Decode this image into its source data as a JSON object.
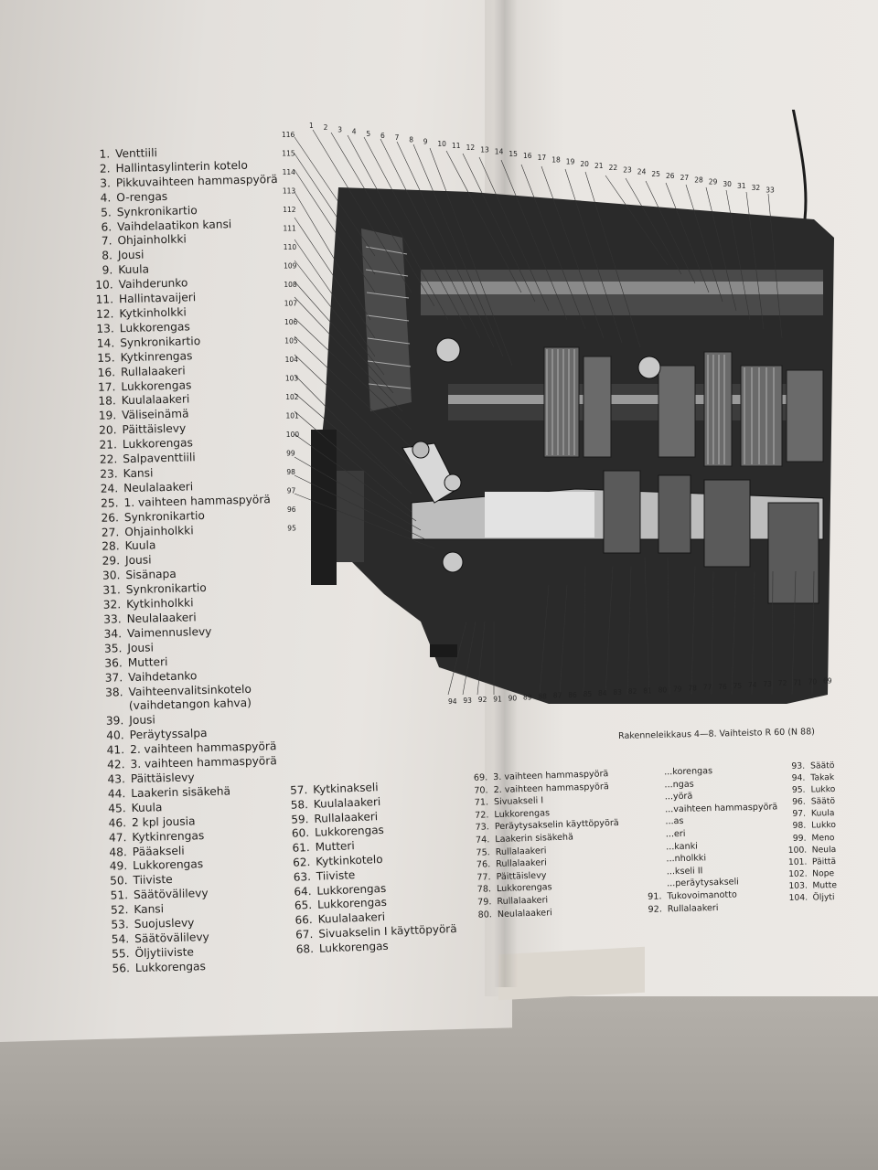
{
  "parts_column_1": [
    {
      "n": "1.",
      "t": "Venttiili"
    },
    {
      "n": "2.",
      "t": "Hallintasylinterin kotelo"
    },
    {
      "n": "3.",
      "t": "Pikkuvaihteen hammaspyörä"
    },
    {
      "n": "4.",
      "t": "O-rengas"
    },
    {
      "n": "5.",
      "t": "Synkronikartio"
    },
    {
      "n": "6.",
      "t": "Vaihdelaatikon kansi"
    },
    {
      "n": "7.",
      "t": "Ohjainholkki"
    },
    {
      "n": "8.",
      "t": "Jousi"
    },
    {
      "n": "9.",
      "t": "Kuula"
    },
    {
      "n": "10.",
      "t": "Vaihderunko"
    },
    {
      "n": "11.",
      "t": "Hallintavaijeri"
    },
    {
      "n": "12.",
      "t": "Kytkinholkki"
    },
    {
      "n": "13.",
      "t": "Lukkorengas"
    },
    {
      "n": "14.",
      "t": "Synkronikartio"
    },
    {
      "n": "15.",
      "t": "Kytkinrengas"
    },
    {
      "n": "16.",
      "t": "Rullalaakeri"
    },
    {
      "n": "17.",
      "t": "Lukkorengas"
    },
    {
      "n": "18.",
      "t": "Kuulalaakeri"
    },
    {
      "n": "19.",
      "t": "Väliseinämä"
    },
    {
      "n": "20.",
      "t": "Päittäislevy"
    },
    {
      "n": "21.",
      "t": "Lukkorengas"
    },
    {
      "n": "22.",
      "t": "Salpaventtiili"
    },
    {
      "n": "23.",
      "t": "Kansi"
    },
    {
      "n": "24.",
      "t": "Neulalaakeri"
    },
    {
      "n": "25.",
      "t": "1. vaihteen hammaspyörä"
    },
    {
      "n": "26.",
      "t": "Synkronikartio"
    },
    {
      "n": "27.",
      "t": "Ohjainholkki"
    },
    {
      "n": "28.",
      "t": "Kuula"
    },
    {
      "n": "29.",
      "t": "Jousi"
    },
    {
      "n": "30.",
      "t": "Sisänapa"
    },
    {
      "n": "31.",
      "t": "Synkronikartio"
    },
    {
      "n": "32.",
      "t": "Kytkinholkki"
    },
    {
      "n": "33.",
      "t": "Neulalaakeri"
    },
    {
      "n": "34.",
      "t": "Vaimennuslevy"
    },
    {
      "n": "35.",
      "t": "Jousi"
    },
    {
      "n": "36.",
      "t": "Mutteri"
    },
    {
      "n": "37.",
      "t": "Vaihdetanko"
    },
    {
      "n": "38.",
      "t": "Vaihteenvalitsinkotelo"
    },
    {
      "n": "",
      "t": "(vaihdetangon kahva)"
    },
    {
      "n": "39.",
      "t": "Jousi"
    },
    {
      "n": "40.",
      "t": "Peräytyssalpa"
    },
    {
      "n": "41.",
      "t": "2. vaihteen hammaspyörä"
    },
    {
      "n": "42.",
      "t": "3. vaihteen hammaspyörä"
    },
    {
      "n": "43.",
      "t": "Päittäislevy"
    },
    {
      "n": "44.",
      "t": "Laakerin sisäkehä"
    },
    {
      "n": "45.",
      "t": "Kuula"
    },
    {
      "n": "46.",
      "t": "2 kpl jousia"
    },
    {
      "n": "47.",
      "t": "Kytkinrengas"
    },
    {
      "n": "48.",
      "t": "Pääakseli"
    },
    {
      "n": "49.",
      "t": "Lukkorengas"
    },
    {
      "n": "50.",
      "t": "Tiiviste"
    },
    {
      "n": "51.",
      "t": "Säätövälilevy"
    },
    {
      "n": "52.",
      "t": "Kansi"
    },
    {
      "n": "53.",
      "t": "Suojuslevy"
    },
    {
      "n": "54.",
      "t": "Säätövälilevy"
    },
    {
      "n": "55.",
      "t": "Öljytiiviste"
    },
    {
      "n": "56.",
      "t": "Lukkorengas"
    }
  ],
  "parts_column_2": [
    {
      "n": "57.",
      "t": "Kytkinakseli"
    },
    {
      "n": "58.",
      "t": "Kuulalaakeri"
    },
    {
      "n": "59.",
      "t": "Rullalaakeri"
    },
    {
      "n": "60.",
      "t": "Lukkorengas"
    },
    {
      "n": "61.",
      "t": "Mutteri"
    },
    {
      "n": "62.",
      "t": "Kytkinkotelo"
    },
    {
      "n": "63.",
      "t": "Tiiviste"
    },
    {
      "n": "64.",
      "t": "Lukkorengas"
    },
    {
      "n": "65.",
      "t": "Lukkorengas"
    },
    {
      "n": "66.",
      "t": "Kuulalaakeri"
    },
    {
      "n": "67.",
      "t": "Sivuakselin I käyttöpyörä"
    },
    {
      "n": "68.",
      "t": "Lukkorengas"
    }
  ],
  "parts_column_3": [
    {
      "n": "69.",
      "t": "3. vaihteen hammaspyörä"
    },
    {
      "n": "70.",
      "t": "2. vaihteen hammaspyörä"
    },
    {
      "n": "71.",
      "t": "Sivuakseli I"
    },
    {
      "n": "72.",
      "t": "Lukkorengas"
    },
    {
      "n": "73.",
      "t": "Peräytysakselin käyttöpyörä"
    },
    {
      "n": "74.",
      "t": "Laakerin sisäkehä"
    },
    {
      "n": "75.",
      "t": "Rullalaakeri"
    },
    {
      "n": "76.",
      "t": "Rullalaakeri"
    },
    {
      "n": "77.",
      "t": "Päittäislevy"
    },
    {
      "n": "78.",
      "t": "Lukkorengas"
    },
    {
      "n": "79.",
      "t": "Rullalaakeri"
    },
    {
      "n": "80.",
      "t": "Neulalaakeri"
    }
  ],
  "parts_column_4": [
    {
      "n": "",
      "t": "...korengas"
    },
    {
      "n": "",
      "t": "...ngas"
    },
    {
      "n": "",
      "t": "...yörä"
    },
    {
      "n": "",
      "t": "...vaihteen hammaspyörä"
    },
    {
      "n": "",
      "t": "...as"
    },
    {
      "n": "",
      "t": "...eri"
    },
    {
      "n": "",
      "t": "...kanki"
    },
    {
      "n": "",
      "t": "...nholkki"
    },
    {
      "n": "",
      "t": "...kseli II"
    },
    {
      "n": "",
      "t": "...peräytysakseli"
    },
    {
      "n": "91.",
      "t": "Tukovoimanotto"
    },
    {
      "n": "92.",
      "t": "Rullalaakeri"
    }
  ],
  "parts_column_5": [
    {
      "n": "93.",
      "t": "Säätö"
    },
    {
      "n": "94.",
      "t": "Takak"
    },
    {
      "n": "95.",
      "t": "Lukko"
    },
    {
      "n": "96.",
      "t": "Säätö"
    },
    {
      "n": "97.",
      "t": "Kuula"
    },
    {
      "n": "98.",
      "t": "Lukko"
    },
    {
      "n": "99.",
      "t": "Meno"
    },
    {
      "n": "100.",
      "t": "Neula"
    },
    {
      "n": "101.",
      "t": "Päittä"
    },
    {
      "n": "102.",
      "t": "Nope"
    },
    {
      "n": "103.",
      "t": "Mutte"
    },
    {
      "n": "104.",
      "t": "Öljyti"
    }
  ],
  "figure": {
    "caption": "Rakenneleikkaus 4—8. Vaihteisto R 60 (N 88)",
    "top_numbers": [
      "1",
      "2",
      "3",
      "4",
      "5",
      "6",
      "7",
      "8",
      "9",
      "10",
      "11",
      "12",
      "13",
      "14",
      "15",
      "16",
      "17",
      "18",
      "19",
      "20",
      "21",
      "22",
      "23",
      "24",
      "25",
      "26",
      "27",
      "28",
      "29",
      "30",
      "31",
      "32",
      "33"
    ],
    "left_numbers": [
      "116",
      "115",
      "114",
      "113",
      "112",
      "111",
      "110",
      "109",
      "108",
      "107",
      "106",
      "105",
      "104",
      "103",
      "102",
      "101",
      "100",
      "99",
      "98",
      "97",
      "96",
      "95"
    ],
    "bottom_numbers": [
      "94",
      "93",
      "92",
      "91",
      "90",
      "89",
      "88",
      "87",
      "86",
      "85",
      "84",
      "83",
      "82",
      "81",
      "80",
      "79",
      "78",
      "77",
      "76",
      "75",
      "74",
      "73",
      "72",
      "71",
      "70",
      "69"
    ]
  }
}
